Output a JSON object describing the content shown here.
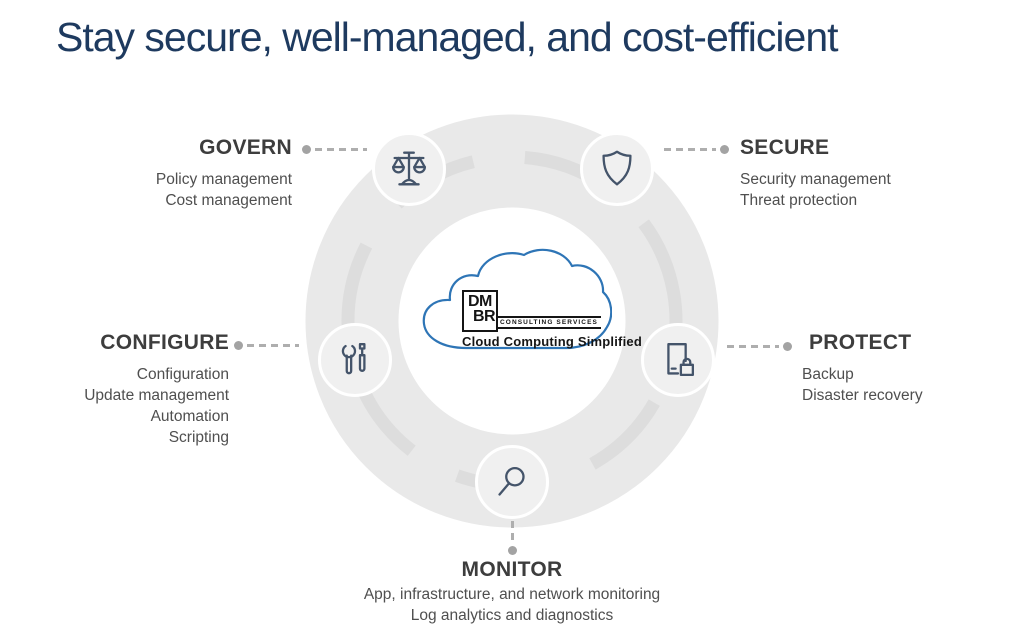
{
  "title": "Stay secure, well-managed, and cost-efficient",
  "colors": {
    "title_text": "#1e3a5f",
    "heading_text": "#3d3d3d",
    "body_text": "#4f4f4f",
    "ring": "#e9e9e9",
    "ring_track": "#dddddd",
    "node_fill": "#f0f0f0",
    "icon_stroke": "#44546a",
    "connector": "#a6a6a6",
    "cloud_stroke": "#2e75b6",
    "logo_text": "#151515"
  },
  "center_logo": {
    "cloud_icon": "cloud-outline-icon",
    "monogram_line1": "DM",
    "monogram_line2": "BR",
    "subtitle": "CONSULTING SERVICES",
    "tagline": "Cloud Computing Simplified"
  },
  "sections": [
    {
      "id": "govern",
      "label": "GOVERN",
      "icon": "scales-icon",
      "items": [
        "Policy management",
        "Cost management"
      ]
    },
    {
      "id": "secure",
      "label": "SECURE",
      "icon": "shield-icon",
      "items": [
        "Security management",
        "Threat protection"
      ]
    },
    {
      "id": "configure",
      "label": "CONFIGURE",
      "icon": "tools-icon",
      "items": [
        "Configuration",
        "Update management",
        "Automation",
        "Scripting"
      ]
    },
    {
      "id": "protect",
      "label": "PROTECT",
      "icon": "device-lock-icon",
      "items": [
        "Backup",
        "Disaster recovery"
      ]
    },
    {
      "id": "monitor",
      "label": "MONITOR",
      "icon": "magnifier-icon",
      "items": [
        "App, infrastructure, and network monitoring",
        "Log analytics and diagnostics"
      ]
    }
  ]
}
